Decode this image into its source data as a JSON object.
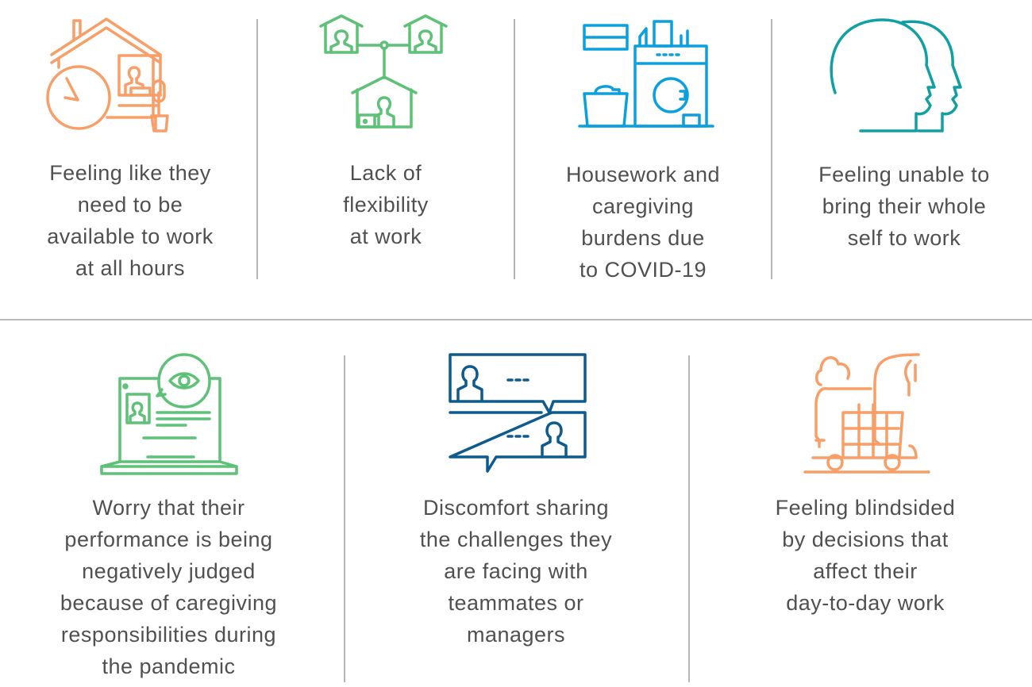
{
  "colors": {
    "orange": "#F89E66",
    "green": "#5DC177",
    "blue": "#0AA0DE",
    "teal": "#10A0A4",
    "navy": "#0D5A8E",
    "text": "#505050"
  },
  "top_row": [
    {
      "icon": "house-clock-icon",
      "label": "Feeling like they\nneed to be\navailable to work\nat all hours"
    },
    {
      "icon": "connected-homes-icon",
      "label": "Lack of\nflexibility\nat work"
    },
    {
      "icon": "laundry-icon",
      "label": "Housework and\ncaregiving\nburdens due\nto COVID-19"
    },
    {
      "icon": "two-heads-icon",
      "label": "Feeling unable to\nbring their whole\nself to work"
    }
  ],
  "bottom_row": [
    {
      "icon": "laptop-eye-icon",
      "label": "Worry that their\nperformance is being\nnegatively judged\nbecause of caregiving\nresponsibilities during\nthe pandemic"
    },
    {
      "icon": "chat-bubbles-icon",
      "label": "Discomfort sharing\nthe challenges they\nare facing with\nteammates or\nmanagers"
    },
    {
      "icon": "trojan-horse-icon",
      "label": "Feeling blindsided\nby decisions that\naffect their\nday-to-day work"
    }
  ]
}
